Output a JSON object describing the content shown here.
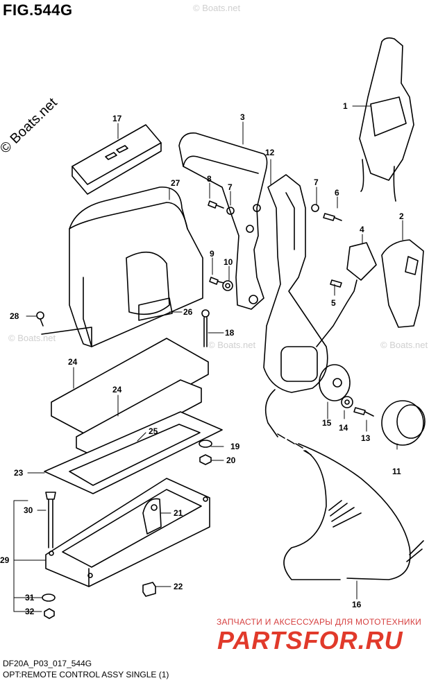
{
  "figure": {
    "title": "FIG.544G",
    "footer_code": "DF20A_P03_017_544G",
    "footer_desc": "OPT:REMOTE CONTROL ASSY SINGLE (1)"
  },
  "watermark": {
    "main": "© Boats.net",
    "faint": "© Boats.net"
  },
  "parts_banner": {
    "tagline": "ЗАПЧАСТИ И АКСЕССУАРЫ ДЛЯ МОТОТЕХНИКИ",
    "logo": "PARTSFOR.RU"
  },
  "callouts": {
    "c1": "1",
    "c2": "2",
    "c3": "3",
    "c4": "4",
    "c5": "5",
    "c6": "6",
    "c7a": "7",
    "c7b": "7",
    "c8": "8",
    "c9": "9",
    "c10": "10",
    "c11": "11",
    "c12": "12",
    "c13": "13",
    "c14": "14",
    "c15": "15",
    "c16": "16",
    "c17": "17",
    "c18": "18",
    "c19": "19",
    "c20": "20",
    "c21": "21",
    "c22": "22",
    "c23": "23",
    "c24a": "24",
    "c24b": "24",
    "c25": "25",
    "c26": "26",
    "c27": "27",
    "c28": "28",
    "c29": "29",
    "c30": "30",
    "c31": "31",
    "c32": "32"
  },
  "colors": {
    "line": "#000000",
    "watermark": "#cfcfcf",
    "brand": "#e13a2b"
  }
}
